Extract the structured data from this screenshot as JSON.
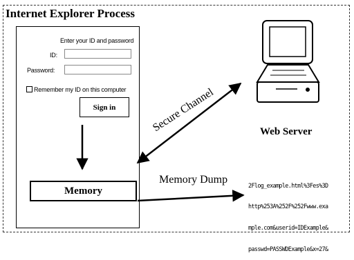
{
  "title": "Internet Explorer Process",
  "login": {
    "heading": "Enter your ID and password",
    "id_label": "ID:",
    "password_label": "Password:",
    "remember_label": "Remember my ID on this computer",
    "signin_label": "Sign in"
  },
  "memory_label": "Memory",
  "secure_channel_label": "Secure Channel",
  "web_server_label": "Web Server",
  "memory_dump_label": "Memory Dump",
  "dump_lines": [
    "2Flog_example.html%3Fes%3D",
    "http%253A%252F%252Fwww.exa",
    "mple.com&userid=IDExample&",
    "passwd=PASSWDExample&x=27&"
  ]
}
